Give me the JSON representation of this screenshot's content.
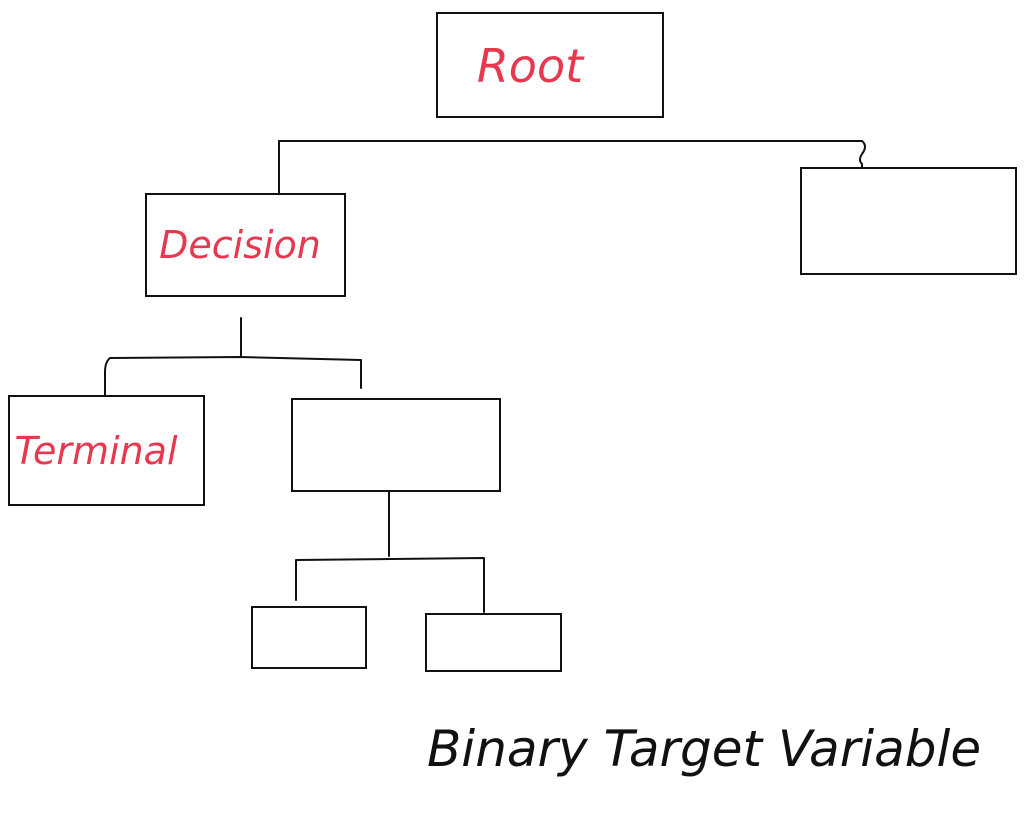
{
  "diagram": {
    "nodes": {
      "root": {
        "label": "Root"
      },
      "right_child": {
        "label": ""
      },
      "decision": {
        "label": "Decision"
      },
      "terminal": {
        "label": "Terminal"
      },
      "decision_right_child": {
        "label": ""
      },
      "leaf_left": {
        "label": ""
      },
      "leaf_right": {
        "label": ""
      }
    },
    "caption": "Binary Target Variable",
    "colors": {
      "label": "#e8384f",
      "stroke": "#111111",
      "caption": "#111111"
    }
  }
}
